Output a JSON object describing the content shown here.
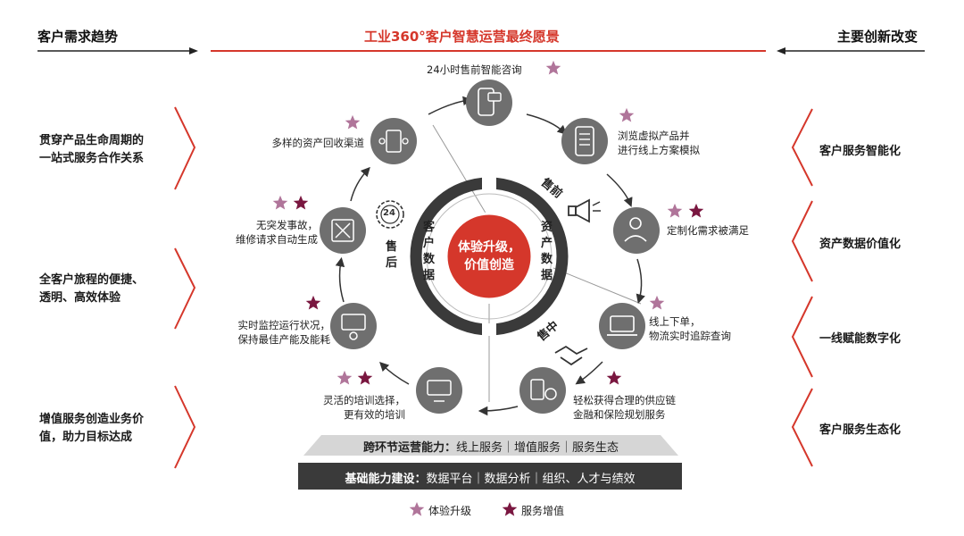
{
  "header": {
    "left": "客户需求趋势",
    "center": "工业360°客户智慧运营最终愿景",
    "right": "主要创新改变"
  },
  "left_trends": [
    {
      "line1": "贯穿产品生命周期的",
      "line2": "一站式服务合作关系"
    },
    {
      "line1": "全客户旅程的便捷、",
      "line2": "透明、高效体验"
    },
    {
      "line1": "增值服务创造业务价",
      "line2": "值，助力目标达成"
    }
  ],
  "right_changes": [
    "客户服务智能化",
    "资产数据价值化",
    "一线赋能数字化",
    "客户服务生态化"
  ],
  "cycle": {
    "center_line1": "体验升级，",
    "center_line2": "价值创造",
    "ring_left": [
      "客",
      "户",
      "数",
      "据"
    ],
    "ring_right": [
      "资",
      "产",
      "数",
      "据"
    ],
    "phase_presale": "售前",
    "phase_insale": "售中",
    "phase_aftersale": "售后",
    "nodes": [
      {
        "line1": "24小时售前智能咨询",
        "line2": ""
      },
      {
        "line1": "浏览虚拟产品并",
        "line2": "进行线上方案模拟"
      },
      {
        "line1": "定制化需求被满足",
        "line2": ""
      },
      {
        "line1": "线上下单，",
        "line2": "物流实时追踪查询"
      },
      {
        "line1": "轻松获得合理的供应链",
        "line2": "金融和保险规划服务"
      },
      {
        "line1": "灵活的培训选择，",
        "line2": "更有效的培训"
      },
      {
        "line1": "实时监控运行状况，",
        "line2": "保持最佳产能及能耗"
      },
      {
        "line1": "无突发事故，",
        "line2": "维修请求自动生成"
      },
      {
        "line1": "多样的资产回收渠道",
        "line2": ""
      }
    ],
    "badge_24": "24"
  },
  "bands": {
    "cross_label": "跨环节运营能力：",
    "cross_items": "线上服务｜增值服务｜服务生态",
    "base_label": "基础能力建设：",
    "base_items": "数据平台｜数据分析｜组织、人才与绩效"
  },
  "legend": {
    "upgrade": "体验升级",
    "value_add": "服务增值"
  },
  "colors": {
    "red": "#d5372b",
    "dark_gray": "#3a3a3a",
    "icon_gray": "#6f6f6f",
    "star_light": "#b0759a",
    "star_dark": "#7a1740"
  },
  "icons": [
    "mobile-chat-icon",
    "mobile-list-icon",
    "megaphone-icon",
    "engineer-icon",
    "laptop-icon",
    "handshake-icon",
    "finance-icon",
    "training-icon",
    "monitor-person-icon",
    "tools-icon",
    "24h-gear-icon",
    "recycle-devices-icon"
  ]
}
